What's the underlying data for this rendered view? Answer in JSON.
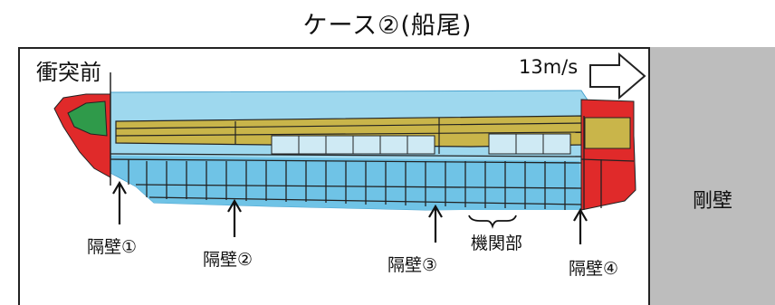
{
  "title": "ケース②(船尾)",
  "before_label": "衝突前",
  "speed_label": "13m/s",
  "wall_label": "剛壁",
  "bulkheads": [
    {
      "label": "隔壁①"
    },
    {
      "label": "隔壁②"
    },
    {
      "label": "隔壁③"
    },
    {
      "label": "隔壁④"
    }
  ],
  "engine_room_label": "機関部",
  "colors": {
    "hull_blue": "#9ed8ee",
    "grid_blue": "#6fc3e6",
    "deck_yellow": "#c9b54a",
    "red_section": "#e02a2a",
    "green_section": "#2f9a4a",
    "wall_gray": "#bdbdbd"
  }
}
